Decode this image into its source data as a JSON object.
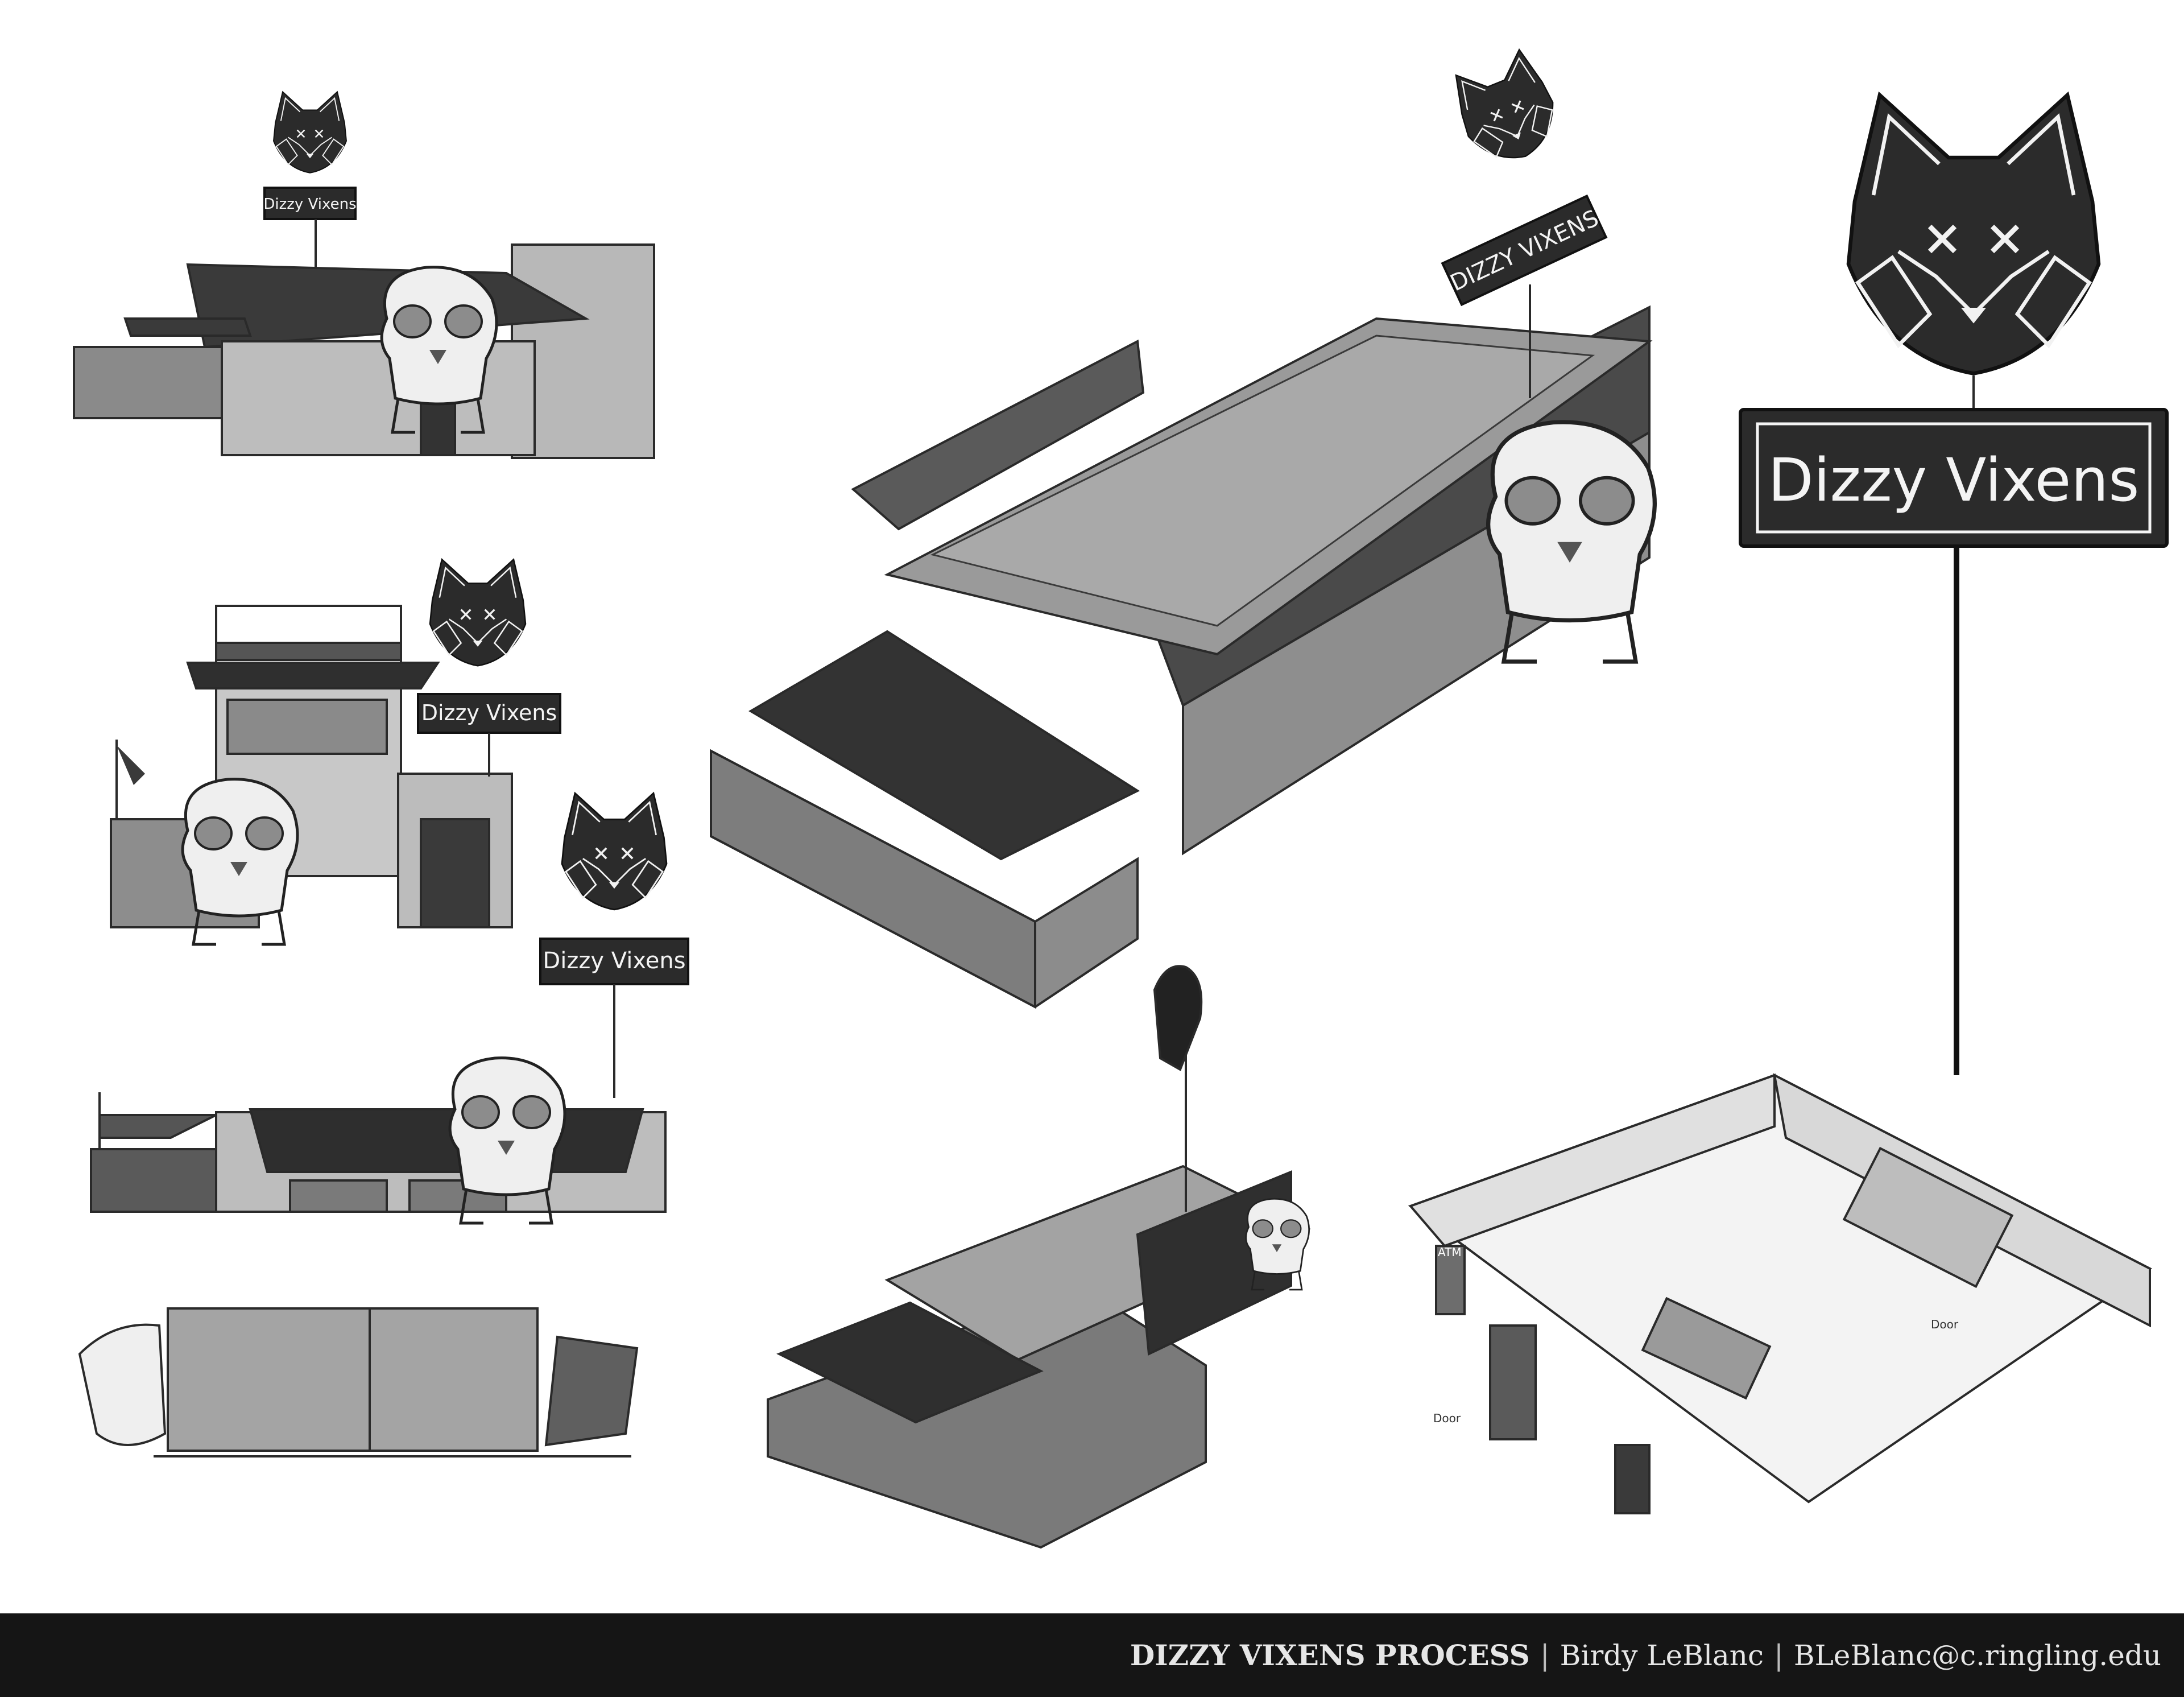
{
  "footer": {
    "title": "DIZZY VIXENS PROCESS",
    "separator": "|",
    "artist": "Birdy LeBlanc",
    "email": "BLeBlanc@c.ringling.edu"
  },
  "signs": {
    "bar_name": "Dizzy Vixens",
    "bar_name_iso": "DIZZY VIXENS",
    "final_sign_text": "Dizzy Vixens"
  },
  "floorplan_notes": {
    "atm": "ATM",
    "door_right": "Door",
    "door_left": "Door"
  },
  "colors": {
    "background": "#ffffff",
    "footer_bg": "#151515",
    "footer_text": "#e6e6e6",
    "sign_dark": "#2b2b2b",
    "roof_dark": "#3a3a3a",
    "wall_gray": "#a8a8a8",
    "rooftop_gray": "#9a9a9a"
  }
}
